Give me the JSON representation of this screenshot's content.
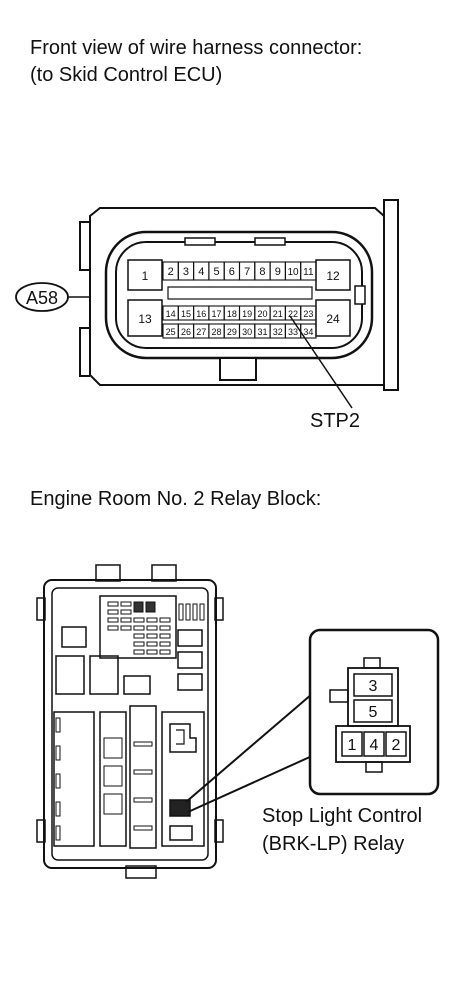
{
  "connector_section": {
    "title_line1": "Front view of wire harness connector:",
    "title_line2": "(to Skid Control ECU)",
    "connector_id": "A58",
    "pins_large": [
      "1",
      "12",
      "13",
      "24"
    ],
    "pins_row1": [
      "2",
      "3",
      "4",
      "5",
      "6",
      "7",
      "8",
      "9",
      "10",
      "11"
    ],
    "pins_row2": [
      "14",
      "15",
      "16",
      "17",
      "18",
      "19",
      "20",
      "21",
      "22",
      "23"
    ],
    "pins_row3": [
      "25",
      "26",
      "27",
      "28",
      "29",
      "30",
      "31",
      "32",
      "33",
      "34"
    ],
    "callout_label": "STP2"
  },
  "relay_section": {
    "title": "Engine Room No. 2 Relay Block:",
    "relay_pins": [
      "3",
      "5",
      "1",
      "4",
      "2"
    ],
    "relay_name_line1": "Stop Light Control",
    "relay_name_line2": "(BRK-LP) Relay"
  }
}
